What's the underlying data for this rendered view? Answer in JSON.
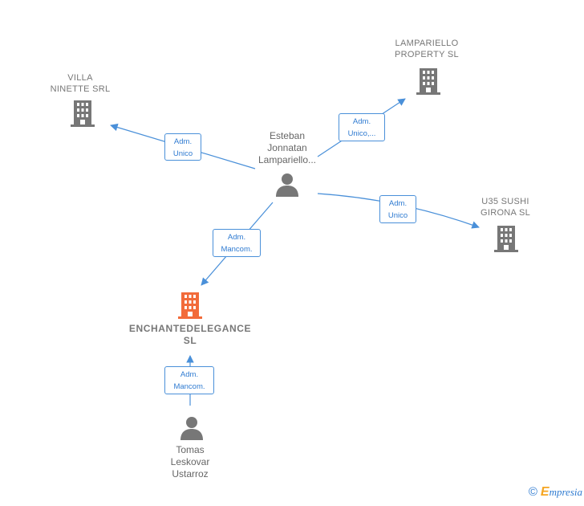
{
  "nodes": {
    "villa": {
      "label": "VILLA\nNINETTE SRL"
    },
    "lampariello_property": {
      "label": "LAMPARIELLO\nPROPERTY  SL"
    },
    "u35": {
      "label": "U35 SUSHI\nGIRONA  SL"
    },
    "enchant": {
      "label": "ENCHANTEDELEGANCE\nSL"
    },
    "esteban": {
      "label": "Esteban\nJonnatan\nLampariello..."
    },
    "tomas": {
      "label": "Tomas\nLeskovar\nUstarroz"
    }
  },
  "edges": {
    "to_villa": "Adm.\nUnico",
    "to_lampariello": "Adm.\nUnico,...",
    "to_u35": "Adm.\nUnico",
    "esteban_to_enchant": "Adm.\nMancom.",
    "tomas_to_enchant": "Adm.\nMancom."
  },
  "colors": {
    "edge": "#4a90d9",
    "building": "#777777",
    "building_main": "#f26b3a",
    "person": "#777777"
  },
  "brand": {
    "copyright": "©",
    "initial": "E",
    "rest": "mpresia"
  }
}
